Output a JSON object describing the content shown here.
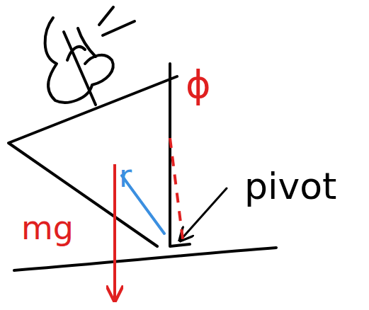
{
  "diagram": {
    "labels": [
      "ϕ",
      "pivot",
      "mg",
      "r"
    ]
  }
}
